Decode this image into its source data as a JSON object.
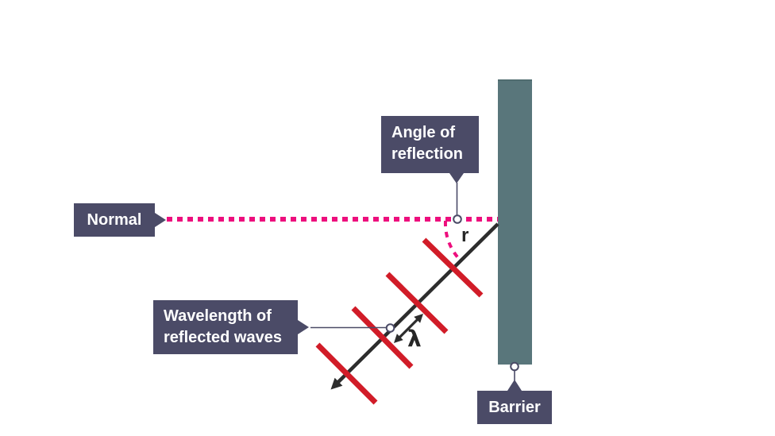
{
  "labels": {
    "angle_of_reflection": {
      "line1": "Angle of",
      "line2": "reflection"
    },
    "normal": "Normal",
    "wavelength": {
      "line1": "Wavelength of",
      "line2": "reflected waves"
    },
    "barrier": "Barrier",
    "angle_symbol": "r",
    "wavelength_symbol": "λ"
  },
  "colors": {
    "label_box": "#4b4b67",
    "label_text": "#ffffff",
    "normal_line_pink": "#ed0e7d",
    "wavefront_red": "#d11c28",
    "ray_black": "#2d2d2d",
    "barrier_teal": "#59767b",
    "background": "#ffffff"
  }
}
